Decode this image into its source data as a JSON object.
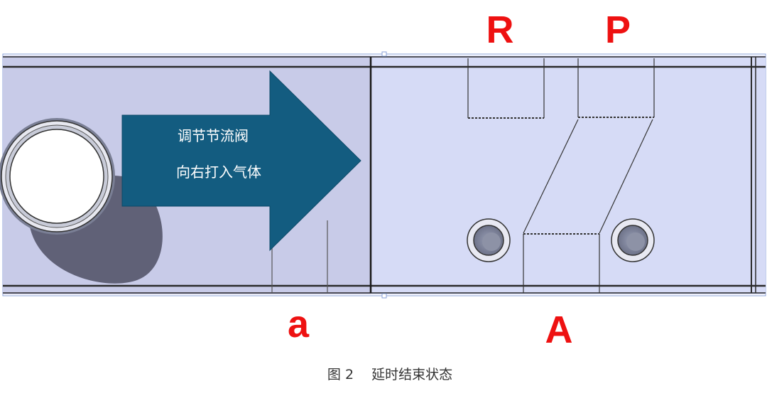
{
  "labels": {
    "port_R": "R",
    "port_P": "P",
    "port_a": "a",
    "port_A": "A"
  },
  "arrow": {
    "line1": "调节节流阀",
    "line2": "向右打入气体",
    "color": "#135c80"
  },
  "caption": "图 2　 延时结束状态",
  "colors": {
    "left_section": "#c8cbe8",
    "right_section": "#d6dbf6",
    "label_red": "#ee1111"
  }
}
